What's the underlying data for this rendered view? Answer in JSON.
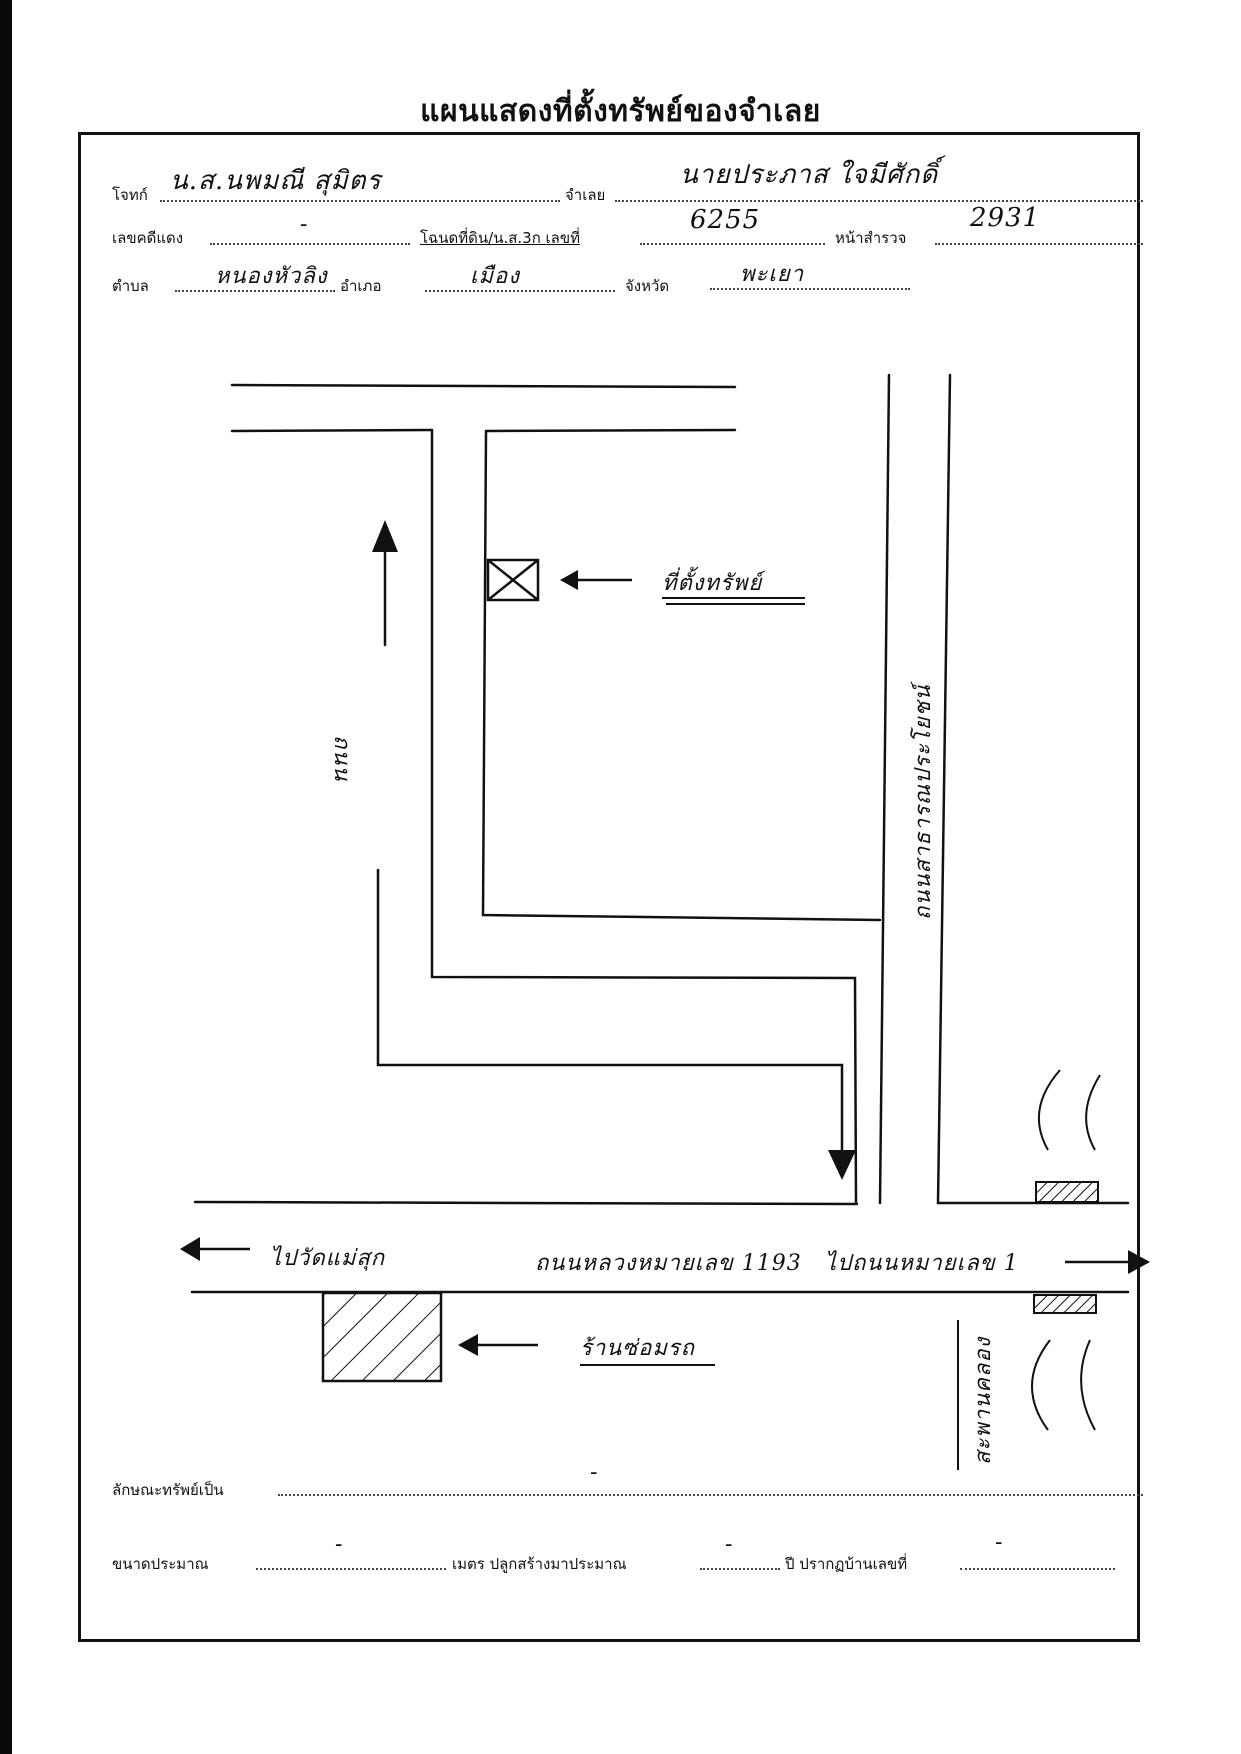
{
  "title": "แผนแสดงที่ตั้งทรัพย์ของจำเลย",
  "header": {
    "plaintiff_label": "โจทก์",
    "plaintiff_value": "น.ส.นพมณี สุมิตร",
    "defendant_label": "จำเลย",
    "defendant_value": "นายประภาส ใจมีศักดิ์",
    "red_case_label": "เลขคดีแดง",
    "red_case_value": "-",
    "deed_label": "โฉนดที่ดิน/น.ส.3ก เลขที่",
    "deed_value": "6255",
    "survey_page_label": "หน้าสำรวจ",
    "survey_page_value": "2931",
    "subdistrict_label": "ตำบล",
    "subdistrict_value": "หนองหัวลิง",
    "district_label": "อำเภอ",
    "district_value": "เมือง",
    "province_label": "จังหวัด",
    "province_value": "พะเยา"
  },
  "map": {
    "property_label": "ที่ตั้งทรัพย์",
    "side_road_label": "ถนน",
    "village_road_label": "ถนนสาธารณประโยชน์",
    "highway_label": "ถนนหลวงหมายเลข 1193",
    "to_left_label": "ไปวัดแม่สุก",
    "to_right_label": "ไปถนนหมายเลข 1",
    "shop_label": "ร้านซ่อมรถ",
    "bridge_label": "สะพานคลอง"
  },
  "footer": {
    "property_type_label": "ลักษณะทรัพย์เป็น",
    "property_type_value": "-",
    "size_label": "ขนาดประมาณ",
    "size_value": "-",
    "unit_label": "เมตร ปลูกสร้างมาประมาณ",
    "years_value": "-",
    "house_no_label": "ปี ปรากฏบ้านเลขที่",
    "house_no_value": "-"
  }
}
